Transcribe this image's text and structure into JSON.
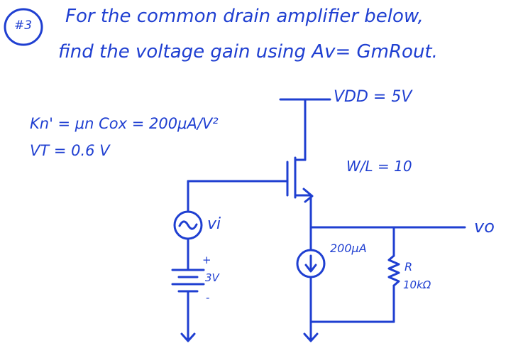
{
  "problem": {
    "number": "#3",
    "line1": "For the common drain amplifier below,",
    "line2": "find the voltage gain using Av= GmRout."
  },
  "parameters": {
    "kn": "Kn' = μn Cox = 200μA/V²",
    "vt": "VT = 0.6 V"
  },
  "circuit": {
    "vdd": "VDD = 5V",
    "wl": "W/L = 10",
    "vi": "vi",
    "dc_plus": "+",
    "dc_value": "3V",
    "dc_minus": "-",
    "current_source": "200μA",
    "resistor_name": "R",
    "resistor_value": "10kΩ",
    "output": "vo"
  },
  "colors": {
    "ink": "#1f3fd1"
  }
}
